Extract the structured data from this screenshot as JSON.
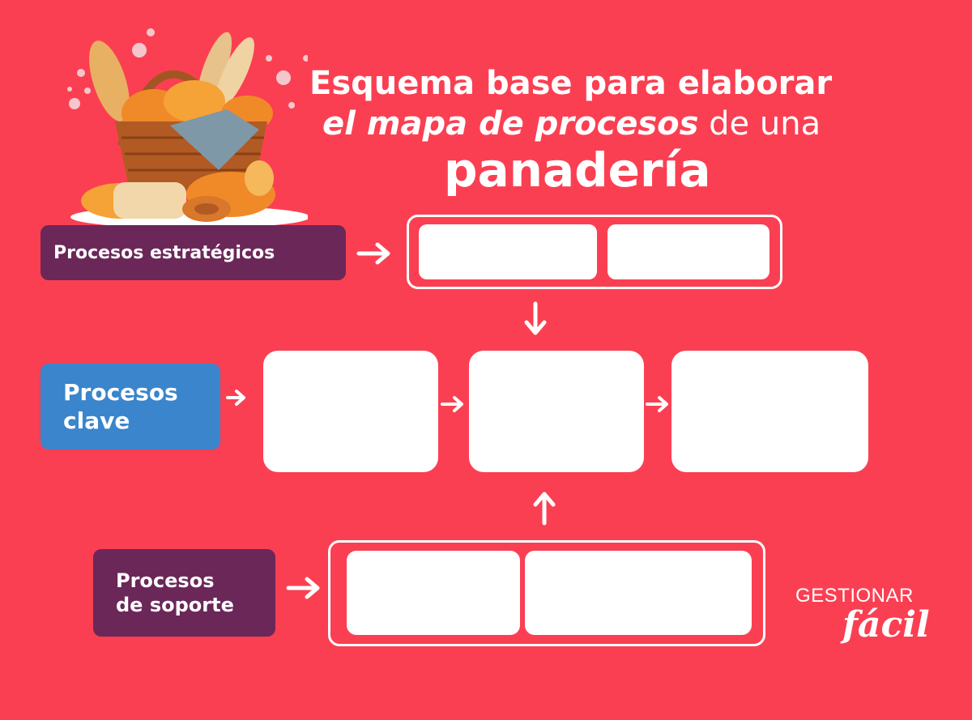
{
  "title": {
    "line1": "Esquema base para elaborar",
    "line2_strong": "el mapa de procesos",
    "line2_light": " de una",
    "line3": "panadería"
  },
  "labels": {
    "strategic": "Procesos estratégicos",
    "key_line1": "Procesos",
    "key_line2": "clave",
    "support_line1": "Procesos",
    "support_line2": "de soporte"
  },
  "brand": {
    "top": "GESTIONAR",
    "bottom": "fácil"
  },
  "colors": {
    "background": "#fb3f52",
    "strategic_label": "#6a2758",
    "key_label": "#3a85cc",
    "support_label": "#6a2758",
    "box": "#ffffff"
  },
  "icons": {
    "illustration": "bread-basket-illustration",
    "arrow": "arrow-icon"
  }
}
